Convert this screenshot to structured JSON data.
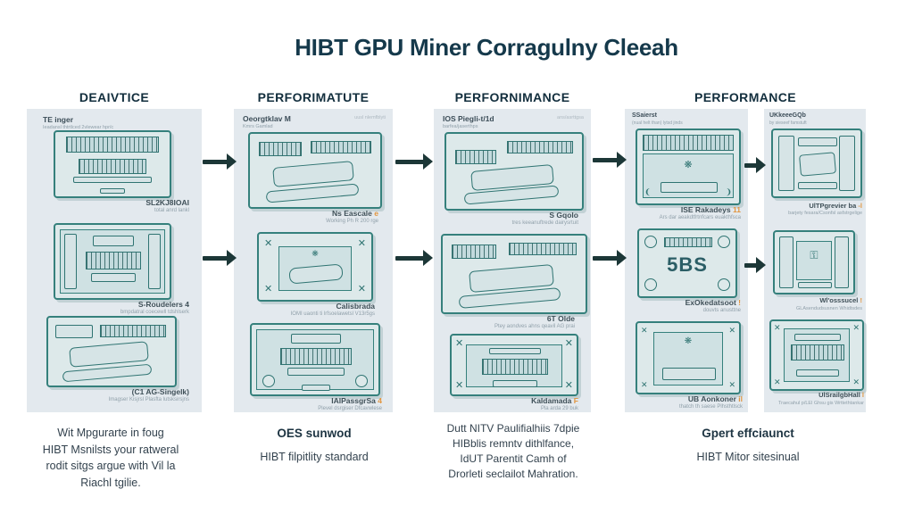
{
  "title": "HIBT GPU Miner Corragulny Cleeah",
  "accent_colors": {
    "teal_stroke": "#35807c",
    "panel_bg": "#e3e9ee",
    "arrow": "#1c3737",
    "orange_mark": "#e2953e",
    "heading": "#15394b"
  },
  "columns": [
    {
      "header": "DEAIVTICE",
      "boxes": [
        {
          "top_label": "TE inger",
          "top_sub": "Ieadansl thtrtlced 2vlewear hpr/c",
          "bottom_label": "SL2KJ8IOAI",
          "bottom_sub": "total anrd lankl"
        },
        {
          "bottom_label": "S-Roudelers 4",
          "bottom_sub": "bmpdatral coecewll tdshlserk"
        },
        {
          "bottom_label": "(C1 AG-Singelk)",
          "bottom_sub": "Imagser Kisjrsl Plasfta lutsksirsjns"
        }
      ],
      "caption_lines": [
        "Wit Mpgurarte in foug",
        "HIBT Msnilsts your ratweral",
        "rodit sitgs argue with Vil la",
        "Riachl tgilie."
      ]
    },
    {
      "header": "PERFORIMATUTE",
      "boxes": [
        {
          "top_label": "Oeorgtklav M",
          "top_sub": "Kmrs Gamlad",
          "top_right": "uusl nlemfblyti",
          "bottom_label": "Ns Eascale",
          "bottom_mark": "e",
          "bottom_sub": "Working Ph R 200 rge"
        },
        {
          "bottom_label": "Calisbrada",
          "bottom_sub": "IOMI uaonti ti lrfsoelawetsl V13r5gs"
        },
        {
          "bottom_label": "IAlPassgrSa",
          "bottom_mark": "4",
          "bottom_sub": "Plevel dsrgiser Dfcavwlese"
        }
      ],
      "caption_bold": "OES sunwod",
      "caption_line": "HIBT filpitlity standard"
    },
    {
      "header": "PERFORNIMANCE",
      "boxes": [
        {
          "top_label": "IOS Piegli-t/1d",
          "top_sub": "barfea/jaserthps",
          "top_right": "ans/asrttgsa",
          "bottom_label": "S Gqolo",
          "bottom_sub": "tres keeanuftrede dairysrtuit"
        },
        {
          "bottom_label": "6T Olde",
          "bottom_sub": "Ptey aondves ahns qeavil AG prai"
        },
        {
          "bottom_label": "Kaldamada",
          "bottom_mark": "F",
          "bottom_sub": "Pla arda 29 buk"
        }
      ],
      "caption_lines": [
        "Dutt NITV Paulifialhiis 7dpie",
        "HIBblis remntv dithlfance,",
        "IdUT Parentit Camh of",
        "Drorleti seclailot Mahration."
      ]
    },
    {
      "header": "PERFORMANCE",
      "rows": [
        {
          "left": {
            "top_label": "SSaierst",
            "top_sub": "(nual helt than) lytsd jinds",
            "bottom_label": "ISE Rakadeys",
            "bottom_mark": "11",
            "bottom_sub": "Ars dar aeakdtfrtnfcars euakthfsca"
          },
          "right": {
            "top_label": "UKkeeeGQb",
            "top_sub": "by sieseef famstuft",
            "bottom_label": "UlTPgrevier ba",
            "bottom_mark": "-l",
            "bottom_sub": "barjety fesara/Csonfsl asfstrgelige"
          }
        },
        {
          "left": {
            "device_text": "5BS",
            "bottom_label": "ExOkedatsoot",
            "bottom_mark": "!",
            "bottom_sub": "douvts anusttne"
          },
          "right": {
            "bottom_label": "Wl'osssucel",
            "bottom_mark": "!",
            "bottom_sub": "GLAsendudsusnen Whidtsdes"
          }
        },
        {
          "left": {
            "bottom_label": "UB Aonkoner",
            "bottom_mark": "il",
            "bottom_sub": "thatch th saese Plhsthtlsck"
          },
          "right": {
            "bottom_label": "UlSrailgbHall",
            "bottom_mark": "l",
            "bottom_sub": "Traecahul p/LEl Ghsu gis Wrttethtankar"
          }
        }
      ],
      "caption_bold": "Gpert effciaunct",
      "caption_line": "HIBT Mitor sitesinual"
    }
  ]
}
